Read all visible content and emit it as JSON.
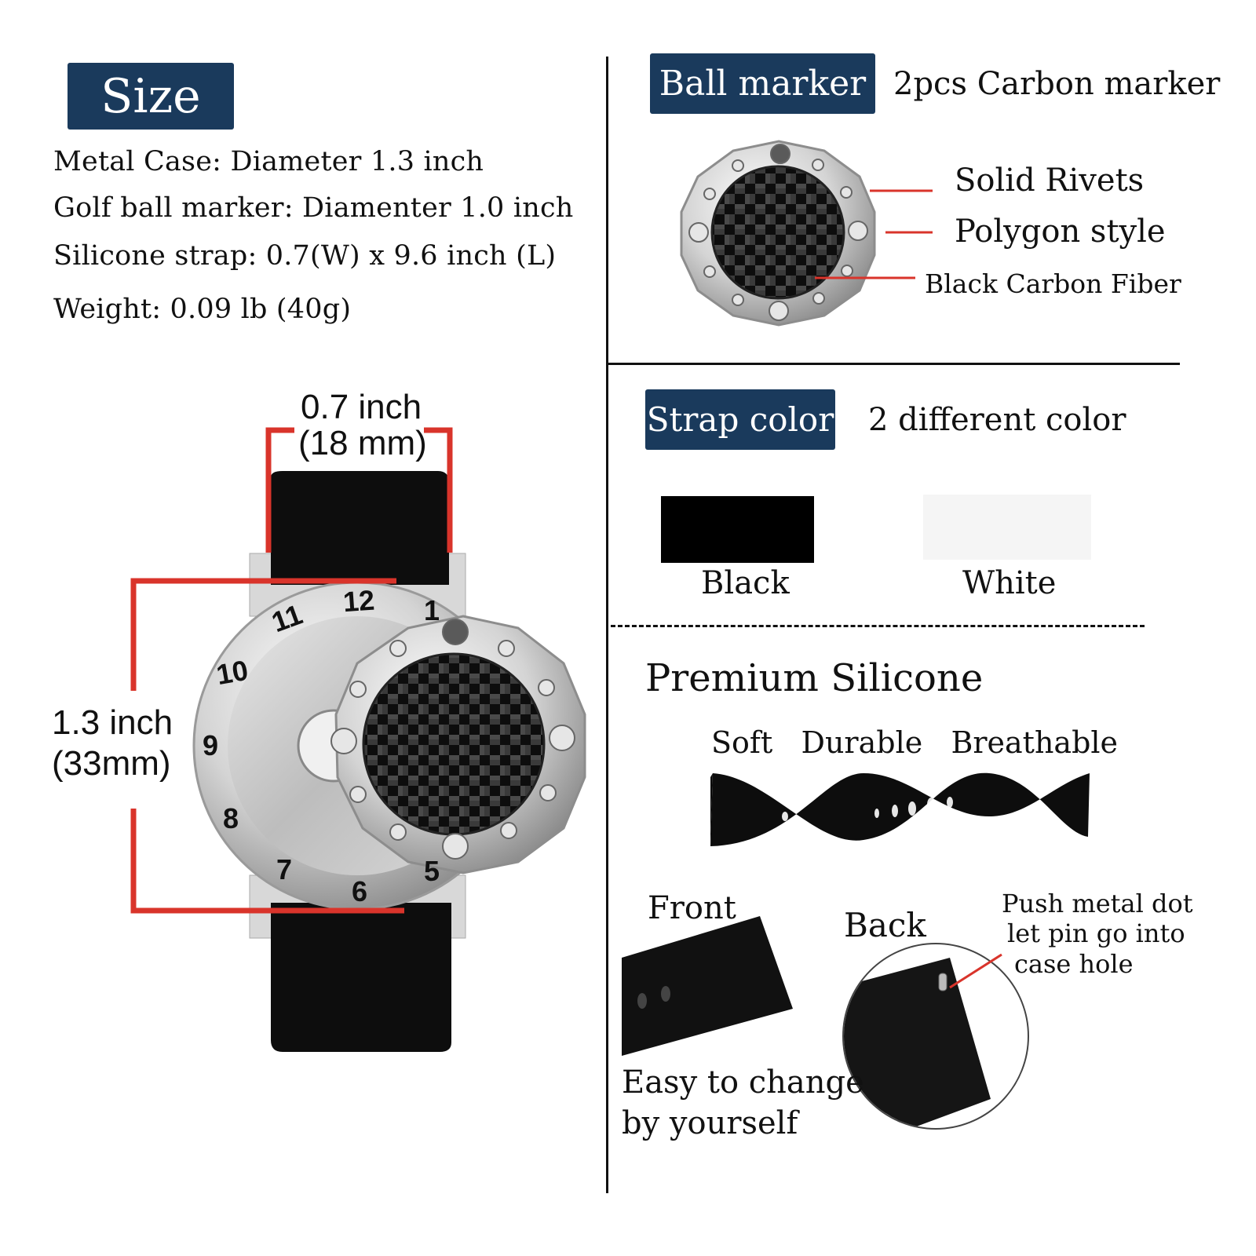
{
  "size_section": {
    "badge": "Size",
    "specs": [
      "Metal Case: Diameter 1.3 inch",
      "Golf ball marker: Diamenter 1.0 inch",
      "Silicone strap: 0.7(W) x 9.6 inch (L)",
      "Weight: 0.09 lb (40g)"
    ],
    "width_line1": "0.7 inch",
    "width_line2": "(18 mm)",
    "height_line1": "1.3 inch",
    "height_line2": "(33mm)",
    "dial_numbers": [
      "12",
      "11",
      "10",
      "9",
      "8",
      "7",
      "6",
      "5",
      "1"
    ]
  },
  "ball_marker": {
    "badge": "Ball marker",
    "title": "2pcs Carbon marker",
    "labels": [
      "Solid Rivets",
      "Polygon style",
      "Black Carbon Fiber"
    ]
  },
  "strap_color": {
    "badge": "Strap color",
    "title": "2 different color",
    "swatches": [
      {
        "label": "Black",
        "color": "#000000"
      },
      {
        "label": "White",
        "color": "#f5f5f5"
      }
    ]
  },
  "silicone": {
    "title": "Premium Silicone",
    "features": "Soft   Durable   Breathable",
    "front_label": "Front",
    "back_label": "Back",
    "push_note": [
      "Push metal dot",
      "let pin go into",
      "case hole"
    ],
    "easy_note": [
      "Easy to change",
      "by yourself"
    ]
  },
  "colors": {
    "badge_bg": "#1a3a5c",
    "accent_red": "#d9342b",
    "strap_black": "#111111"
  }
}
